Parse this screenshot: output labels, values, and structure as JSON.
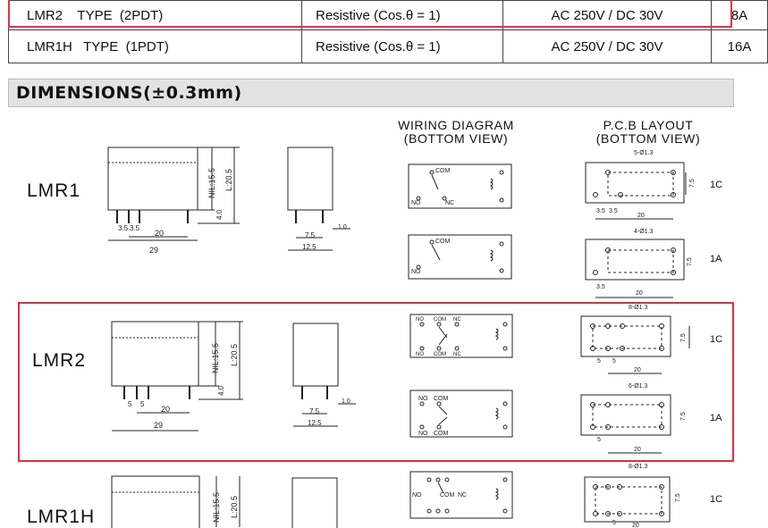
{
  "ratings": [
    {
      "type": "LMR2    TYPE  (2PDT)",
      "load": "Resistive (Cos.θ = 1)",
      "voltage": "AC 250V / DC 30V",
      "current": "8A"
    },
    {
      "type": "LMR1H   TYPE  (1PDT)",
      "load": "Resistive (Cos.θ = 1)",
      "voltage": "AC 250V / DC 30V",
      "current": "16A"
    }
  ],
  "section": {
    "title": "DIMENSIONS(±0.3mm)"
  },
  "columns": {
    "wiring_line1": "WIRING DIAGRAM",
    "wiring_line2": "(BOTTOM VIEW)",
    "pcb_line1": "P.C.B LAYOUT",
    "pcb_line2": "(BOTTOM VIEW)"
  },
  "models": [
    {
      "name": "LMR1",
      "pcb": [
        {
          "holes": "5-Ø1.3",
          "contact": "1C"
        },
        {
          "holes": "4-Ø1.3",
          "contact": "1A"
        }
      ]
    },
    {
      "name": "LMR2",
      "pcb": [
        {
          "holes": "8-Ø1.3",
          "contact": "1C"
        },
        {
          "holes": "6-Ø1.3",
          "contact": "1A"
        }
      ]
    },
    {
      "name": "LMR1H",
      "pcb": [
        {
          "holes": "8-Ø1.3",
          "contact": "1C"
        }
      ]
    }
  ],
  "dims": {
    "nil": "NIL:15.5",
    "l": "L:20.5",
    "h4": "4.0",
    "w20": "20",
    "w29": "29",
    "p35": "3.5",
    "p5": "5",
    "d75": "7.5",
    "d125": "12.5",
    "d10": "1.0"
  },
  "wiring": {
    "com": "COM",
    "no": "NO",
    "nc": "NC"
  }
}
